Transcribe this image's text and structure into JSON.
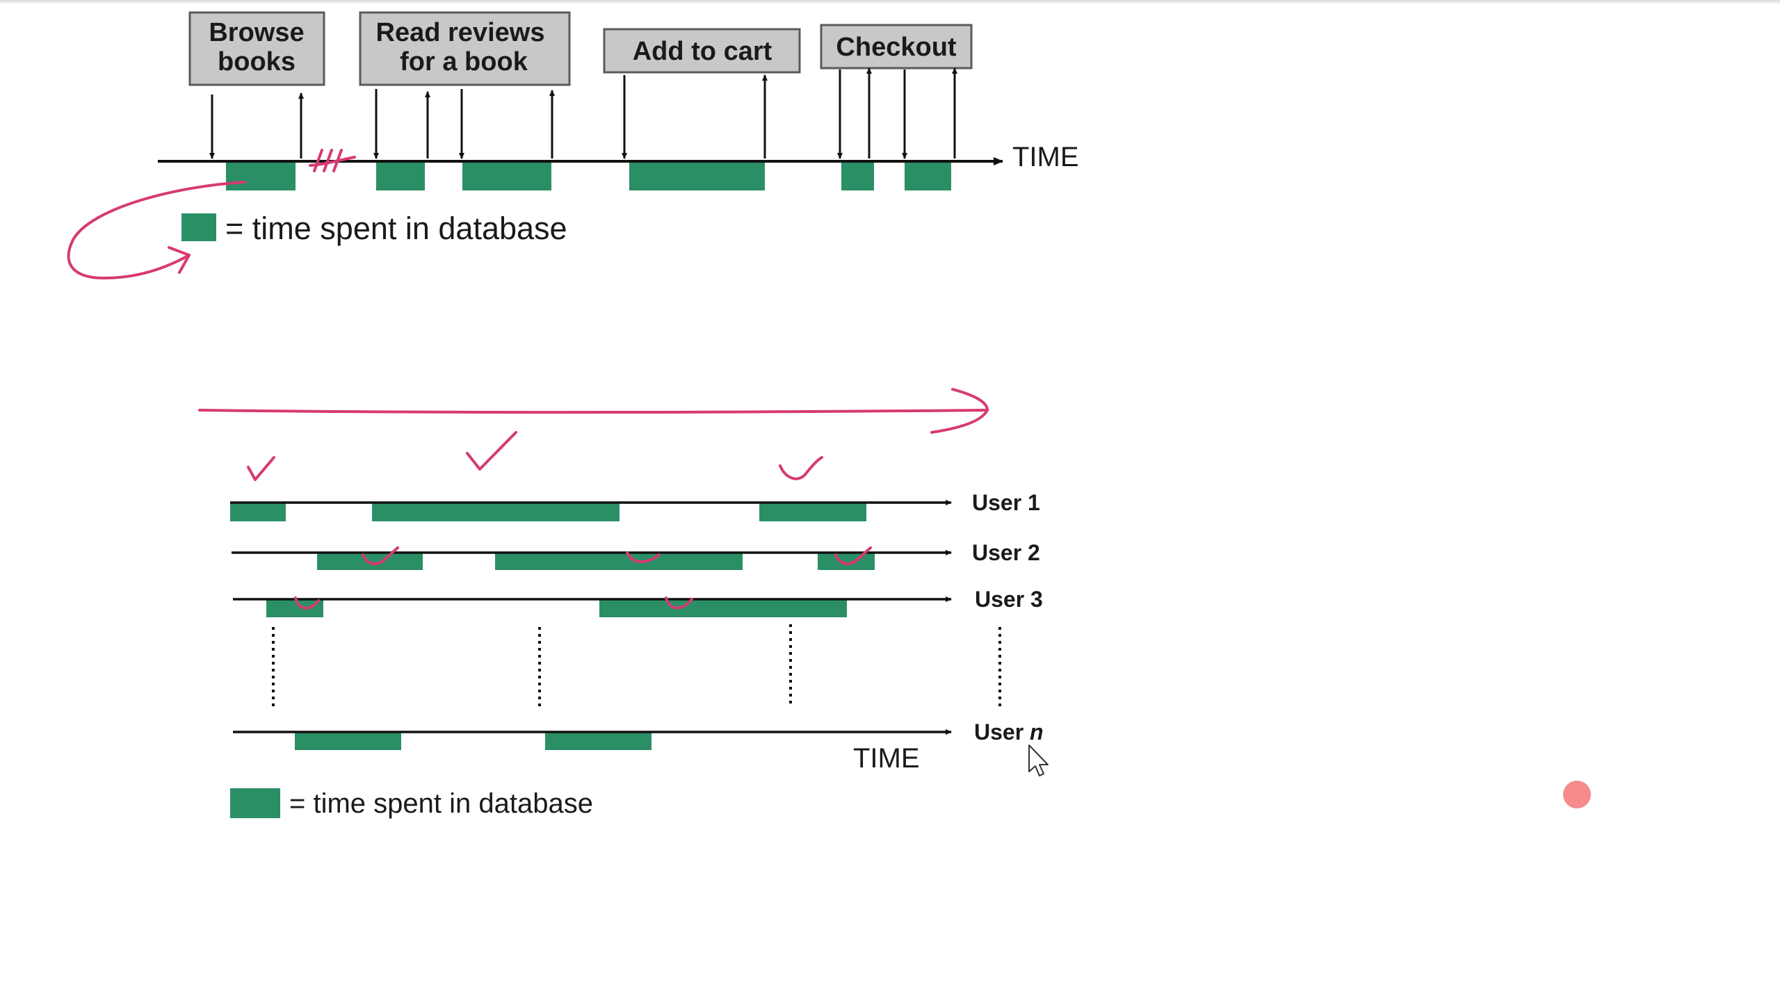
{
  "colors": {
    "db_block": "#2b8f66",
    "box_fill": "#c8c8c8",
    "box_border": "#5a5a5a",
    "line": "#111111",
    "annotation_ink": "#d63a73",
    "record_dot": "#f58b8b"
  },
  "top_diagram": {
    "steps": [
      {
        "line1": "Browse",
        "line2": "books"
      },
      {
        "line1": "Read reviews",
        "line2": "for a book"
      },
      {
        "line1": "Add to cart",
        "line2": ""
      },
      {
        "line1": "Checkout",
        "line2": ""
      }
    ],
    "axis_label": "TIME",
    "legend_text": "= time spent in database"
  },
  "bottom_diagram": {
    "users": [
      {
        "label": "User 1"
      },
      {
        "label": "User 2"
      },
      {
        "label": "User 3"
      }
    ],
    "last_user": {
      "prefix": "User ",
      "suffix": "n"
    },
    "axis_label": "TIME",
    "legend_text": "= time spent in database"
  },
  "annotations": {
    "icons": [
      "curved-arrow-icon",
      "long-arrow-icon",
      "checkmark-icon",
      "break-mark-icon"
    ]
  },
  "cursor_icon": "pointer-cursor-icon",
  "record_indicator_icon": "record-dot-icon"
}
